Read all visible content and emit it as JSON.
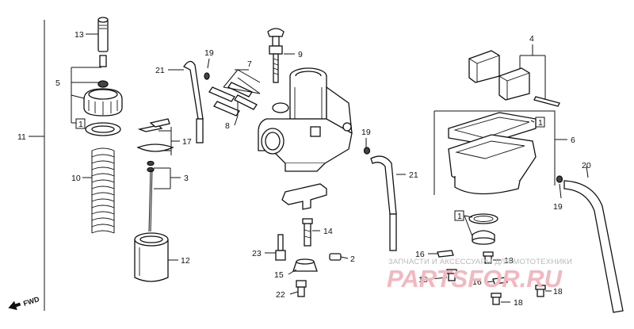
{
  "callouts": [
    {
      "id": "13",
      "text": "13"
    },
    {
      "id": "5",
      "text": "5"
    },
    {
      "id": "11",
      "text": "11"
    },
    {
      "id": "10",
      "text": "10"
    },
    {
      "id": "12",
      "text": "12"
    },
    {
      "id": "21a",
      "text": "21"
    },
    {
      "id": "19a",
      "text": "19"
    },
    {
      "id": "17",
      "text": "17"
    },
    {
      "id": "3",
      "text": "3"
    },
    {
      "id": "9",
      "text": "9"
    },
    {
      "id": "7",
      "text": "7"
    },
    {
      "id": "8",
      "text": "8"
    },
    {
      "id": "14",
      "text": "14"
    },
    {
      "id": "23",
      "text": "23"
    },
    {
      "id": "2",
      "text": "2"
    },
    {
      "id": "15",
      "text": "15"
    },
    {
      "id": "22",
      "text": "22"
    },
    {
      "id": "19b",
      "text": "19"
    },
    {
      "id": "21b",
      "text": "21"
    },
    {
      "id": "4",
      "text": "4"
    },
    {
      "id": "6",
      "text": "6"
    },
    {
      "id": "20",
      "text": "20"
    },
    {
      "id": "19c",
      "text": "19"
    },
    {
      "id": "16a",
      "text": "16"
    },
    {
      "id": "18a",
      "text": "18"
    },
    {
      "id": "18b",
      "text": "18"
    },
    {
      "id": "16b",
      "text": "16"
    },
    {
      "id": "18c",
      "text": "18"
    },
    {
      "id": "18d",
      "text": "18"
    }
  ],
  "boxed_labels": [
    {
      "id": "b1",
      "text": "1"
    },
    {
      "id": "b2",
      "text": "1"
    },
    {
      "id": "b3",
      "text": "1"
    }
  ],
  "direction_marker": {
    "text": "FWD"
  },
  "watermark": {
    "caption": "ЗАПЧАСТИ И АКСЕССУАРЫ ДЛЯ МОТОТЕХНИКИ",
    "logo": "PARTSFOR.RU"
  },
  "colors": {
    "line": "#111111",
    "watermark_logo": "#f0b9bf",
    "watermark_caption": "#b9b9b9"
  }
}
